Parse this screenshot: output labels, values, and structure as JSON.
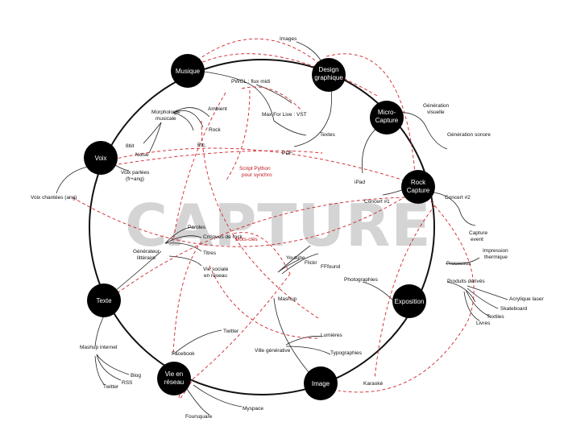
{
  "watermark": "CAPTURE",
  "colors": {
    "ring": "#111111",
    "node": "#000000",
    "accent": "#d0232a",
    "watermark": "#d4d4d4"
  },
  "nodes": {
    "musique": "Musique",
    "design_line1": "Design",
    "design_line2": "graphique",
    "micro_line1": "Micro-",
    "micro_line2": "Capture",
    "rock_line1": "Rock",
    "rock_line2": "Capture",
    "exposition": "Exposition",
    "image": "Image",
    "vie_line1": "Vie en",
    "vie_line2": "réseau",
    "texte": "Texte",
    "voix": "Voix"
  },
  "labels": {
    "images": "Images",
    "pwgl": "PWGL : flux midi",
    "max": "Max For Live : VST",
    "textes": "Textes",
    "pdf": "PDF",
    "morpho1": "Morphologie",
    "morpho2": "musicale",
    "ambient": "Ambient",
    "rock": "Rock",
    "etc": "Etc.",
    "8bit": "8bit",
    "noise": "Noise",
    "script1": "Script Python",
    "script2": "pour synchro",
    "gen_visuelle1": "Génération",
    "gen_visuelle2": "visuelle",
    "gen_sonore": "Génération sonore",
    "ipad": "iPad",
    "concert1": "Concert #1",
    "concert2": "Concert #2",
    "capture_event1": "Capture",
    "capture_event2": "event",
    "processus": "Processus",
    "impression1": "Impression",
    "impression2": "thermique",
    "produits": "Produits dérivés",
    "acrylique": "Acrylique laser",
    "skateboard": "Skateboard",
    "textiles": "Textiles",
    "livres": "Livres",
    "voix_parlees1": "Voix parlées",
    "voix_parlees2": "(fr+ang)",
    "voix_chantees": "Voix chantées (ang)",
    "paroles": "Paroles",
    "critiques": "Critiques de rock",
    "titres": "Titres",
    "generateur1": "Générateur",
    "generateur2": "littéraire",
    "vie_sociale1": "Vie sociale",
    "vie_sociale2": "en réseau",
    "mots_cles": "Mots-clés",
    "youtube": "Youtube",
    "flickr": "Flickr",
    "ffffound": "FFfound",
    "photographies": "Photographies",
    "mashup": "Mashup",
    "lumieres": "Lumières",
    "ville": "Ville générative",
    "typographies": "Typographies",
    "karaoke": "Karaoké",
    "twitter_top": "Twitter",
    "facebook": "Facebook",
    "mashup_internet": "Mashup internet",
    "blog": "Blog",
    "rss": "RSS",
    "twitter_bottom": "Twitter",
    "foursquare": "Foursquare",
    "myspace": "Myspace"
  }
}
